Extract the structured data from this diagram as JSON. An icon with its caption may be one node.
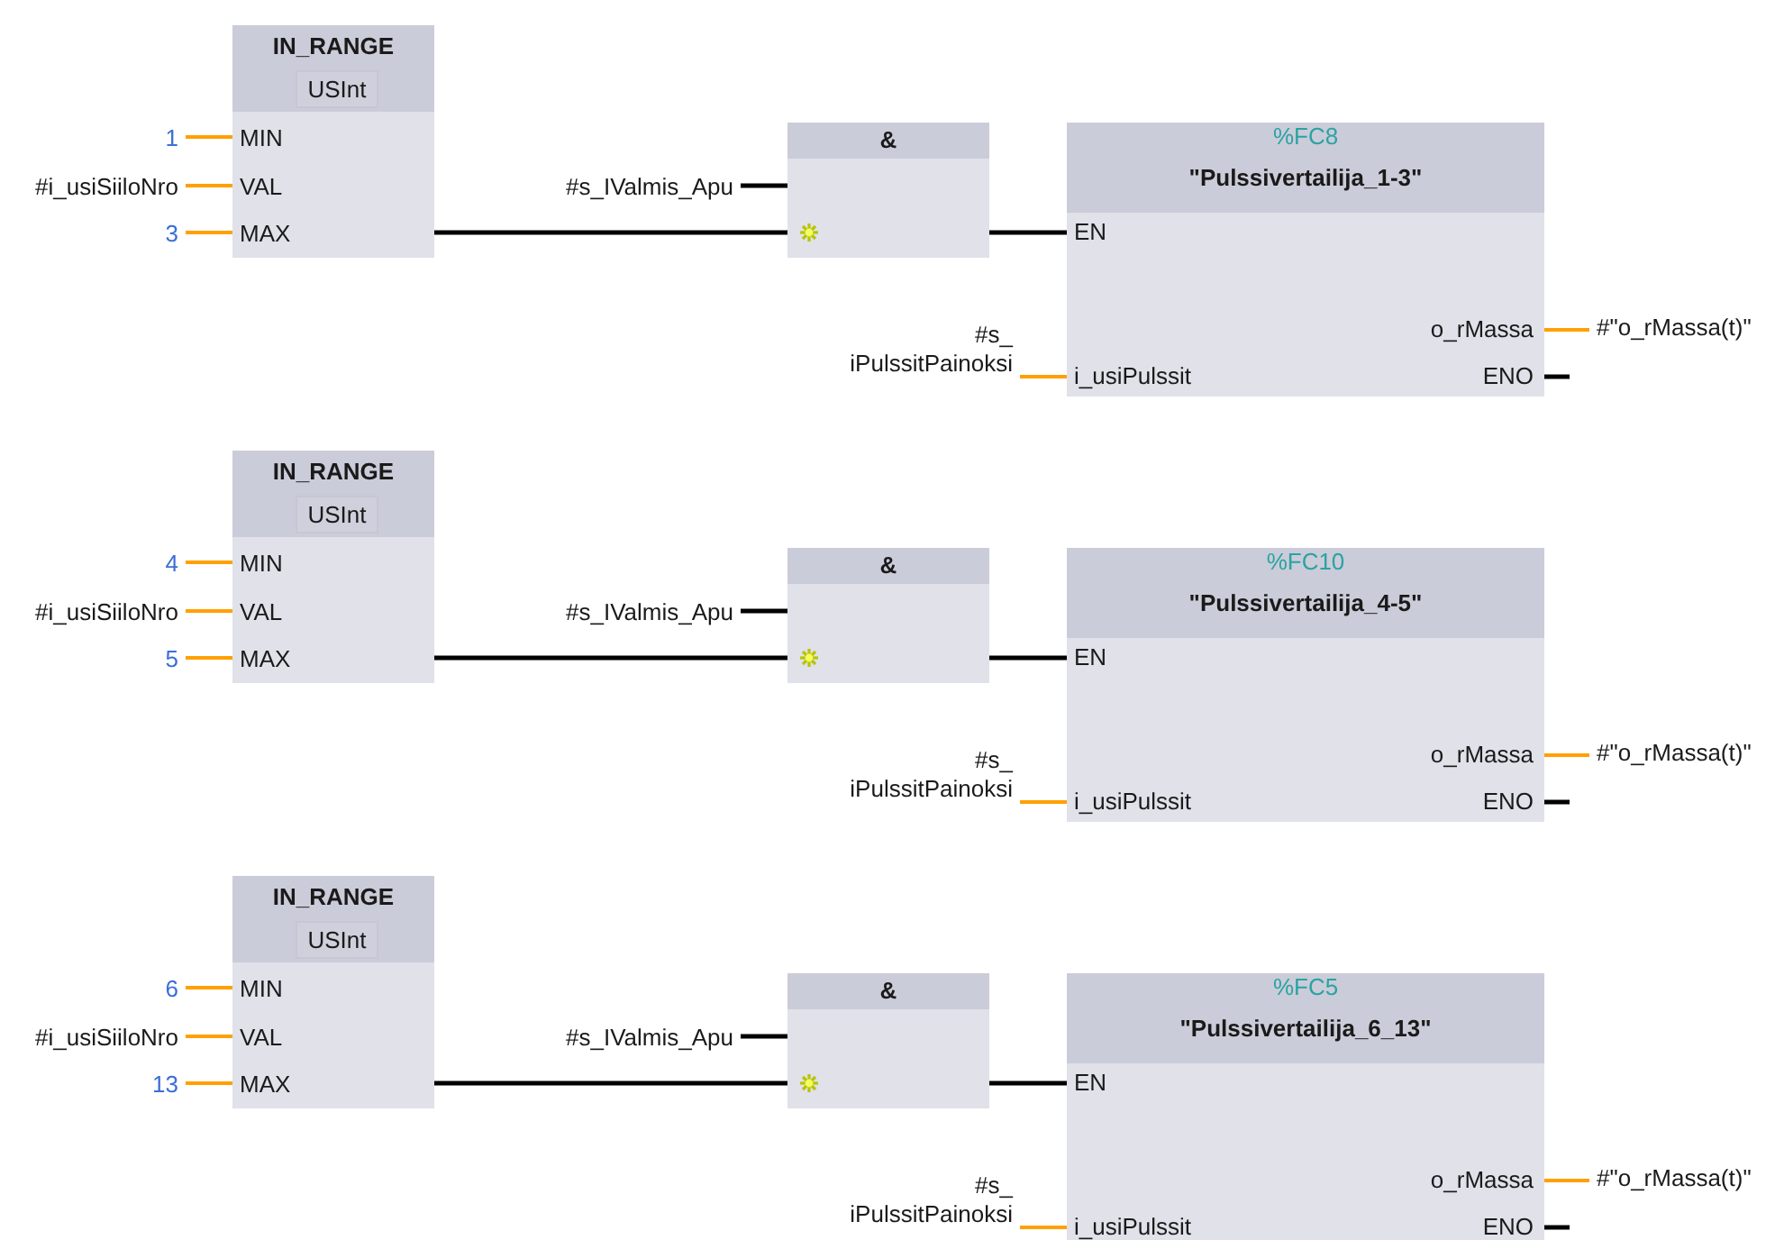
{
  "diagram": {
    "nodes": [
      {
        "text": [
          "IN_RANGE",
          "USInt",
          "MIN",
          "VAL",
          "MAX"
        ]
      },
      {
        "text": [
          "1"
        ]
      },
      {
        "text": [
          "#i_usiSiiloNro"
        ]
      },
      {
        "text": [
          "3"
        ]
      },
      {
        "text": [
          "&"
        ]
      },
      {
        "text": [
          "#s_IValmis_Apu"
        ]
      },
      {
        "text": [
          "%FC8",
          "\"Pulssivertailija_1-3\"",
          "EN",
          "o_rMassa",
          "i_usiPulssit",
          "ENO"
        ]
      },
      {
        "text": [
          "#s_ iPulssitPainoksi"
        ]
      },
      {
        "text": [
          "#\"o_rMassa(t)\""
        ]
      },
      {
        "text": [
          "IN_RANGE",
          "USInt",
          "MIN",
          "VAL",
          "MAX"
        ]
      },
      {
        "text": [
          "4"
        ]
      },
      {
        "text": [
          "#i_usiSiiloNro"
        ]
      },
      {
        "text": [
          "5"
        ]
      },
      {
        "text": [
          "&"
        ]
      },
      {
        "text": [
          "#s_IValmis_Apu"
        ]
      },
      {
        "text": [
          "%FC10",
          "\"Pulssivertailija_4-5\"",
          "EN",
          "o_rMassa",
          "i_usiPulssit",
          "ENO"
        ]
      },
      {
        "text": [
          "#s_ iPulssitPainoksi"
        ]
      },
      {
        "text": [
          "#\"o_rMassa(t)\""
        ]
      },
      {
        "text": [
          "IN_RANGE",
          "USInt",
          "MIN",
          "VAL",
          "MAX"
        ]
      },
      {
        "text": [
          "6"
        ]
      },
      {
        "text": [
          "#i_usiSiiloNro"
        ]
      },
      {
        "text": [
          "13"
        ]
      },
      {
        "text": [
          "&"
        ]
      },
      {
        "text": [
          "#s_IValmis_Apu"
        ]
      },
      {
        "text": [
          "%FC5",
          "\"Pulssivertailija_6_13\"",
          "EN",
          "o_rMassa",
          "i_usiPulssit",
          "ENO"
        ]
      },
      {
        "text": [
          "#s_ iPulssitPainoksi"
        ]
      },
      {
        "text": [
          "#\"o_rMassa(t)\""
        ]
      }
    ],
    "edges": [
      {
        "from": 1,
        "to": 0,
        "arrow": "none"
      },
      {
        "from": 2,
        "to": 0,
        "arrow": "none"
      },
      {
        "from": 3,
        "to": 0,
        "arrow": "none"
      },
      {
        "from": 0,
        "to": 4,
        "arrow": "none",
        "color": "#000000"
      },
      {
        "from": 5,
        "to": 4,
        "arrow": "none",
        "color": "#000000"
      },
      {
        "from": 4,
        "to": 6,
        "arrow": "none",
        "color": "#000000"
      },
      {
        "from": 7,
        "to": 6,
        "arrow": "none"
      },
      {
        "from": 6,
        "to": 8,
        "arrow": "none"
      },
      {
        "from": 6,
        "to": null,
        "arrow": "none",
        "color": "#000000"
      },
      {
        "from": 10,
        "to": 9,
        "arrow": "none"
      },
      {
        "from": 11,
        "to": 9,
        "arrow": "none"
      },
      {
        "from": 12,
        "to": 9,
        "arrow": "none"
      },
      {
        "from": 9,
        "to": 13,
        "arrow": "none",
        "color": "#000000"
      },
      {
        "from": 14,
        "to": 13,
        "arrow": "none",
        "color": "#000000"
      },
      {
        "from": 13,
        "to": 15,
        "arrow": "none",
        "color": "#000000"
      },
      {
        "from": 16,
        "to": 15,
        "arrow": "none"
      },
      {
        "from": 15,
        "to": 17,
        "arrow": "none"
      },
      {
        "from": 15,
        "to": null,
        "arrow": "none",
        "color": "#000000"
      },
      {
        "from": 19,
        "to": 18,
        "arrow": "none"
      },
      {
        "from": 20,
        "to": 18,
        "arrow": "none"
      },
      {
        "from": 21,
        "to": 18,
        "arrow": "none"
      },
      {
        "from": 18,
        "to": 22,
        "arrow": "none",
        "color": "#000000"
      },
      {
        "from": 23,
        "to": 22,
        "arrow": "none",
        "color": "#000000"
      },
      {
        "from": 22,
        "to": 24,
        "arrow": "none",
        "color": "#000000"
      },
      {
        "from": 25,
        "to": 24,
        "arrow": "none"
      },
      {
        "from": 24,
        "to": 26,
        "arrow": "none"
      },
      {
        "from": 24,
        "to": null,
        "arrow": "none",
        "color": "#000000"
      }
    ]
  }
}
